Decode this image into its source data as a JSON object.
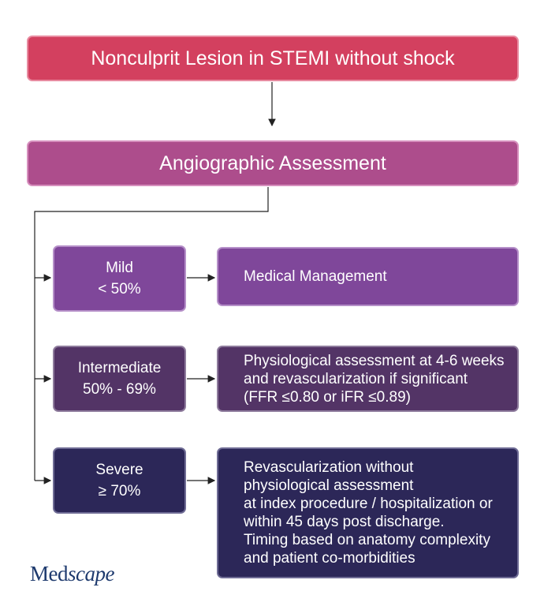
{
  "top": {
    "title": "Nonculprit Lesion in STEMI without shock"
  },
  "assessment": {
    "title": "Angiographic Assessment"
  },
  "severity": [
    {
      "label": "Mild",
      "range": "< 50%"
    },
    {
      "label": "Intermediate",
      "range": "50% - 69%"
    },
    {
      "label": "Severe",
      "range": "≥ 70%"
    }
  ],
  "outcomes": {
    "mild": [
      "Medical Management"
    ],
    "intermediate": [
      "Physiological assessment at 4-6 weeks",
      "and revascularization if significant",
      "(FFR ≤0.80 or iFR ≤0.89)"
    ],
    "severe": [
      "Revascularization without",
      "physiological assessment",
      "at index procedure / hospitalization or",
      "within 45 days post discharge.",
      "Timing based on anatomy complexity",
      "and patient co-morbidities"
    ]
  },
  "logo": {
    "text_a": "Med",
    "text_b": "scape"
  },
  "colors": {
    "top": "#d3405f",
    "assessment": "#ad4d8c",
    "mild": "#7f479a",
    "intermediate": "#533466",
    "severe": "#2c2758"
  }
}
